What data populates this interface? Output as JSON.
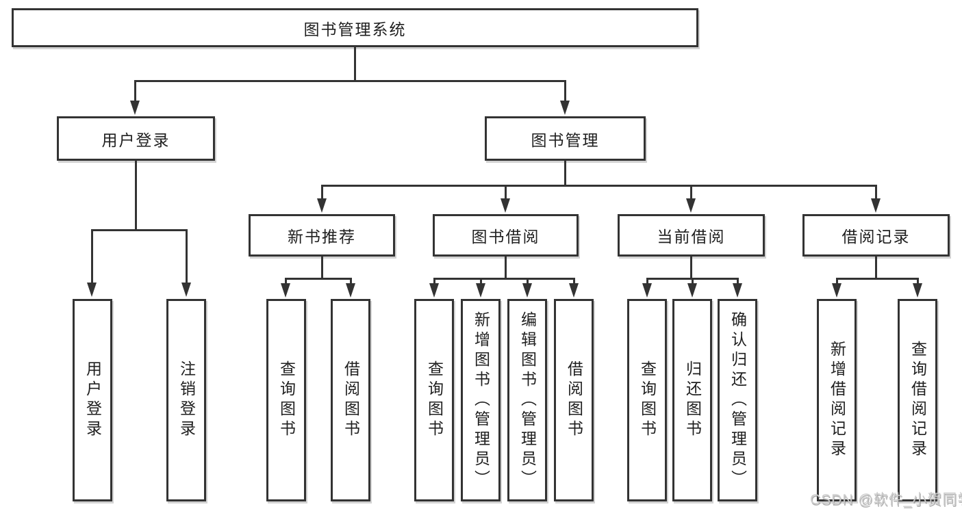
{
  "diagram": {
    "root": {
      "label": "图书管理系统"
    },
    "level2": [
      {
        "label": "用户登录"
      },
      {
        "label": "图书管理"
      }
    ],
    "level3": [
      {
        "label": "新书推荐"
      },
      {
        "label": "图书借阅"
      },
      {
        "label": "当前借阅"
      },
      {
        "label": "借阅记录"
      }
    ],
    "leaves": {
      "user_login": [
        "用户登录",
        "注销登录"
      ],
      "new_book": [
        "查询图书",
        "借阅图书"
      ],
      "book_borrow": [
        "查询图书",
        "新增图书（管理员）",
        "编辑图书（管理员）",
        "借阅图书"
      ],
      "current_borrow": [
        "查询图书",
        "归还图书",
        "确认归还（管理员）"
      ],
      "borrow_record": [
        "新增借阅记录",
        "查询借阅记录"
      ]
    },
    "watermark": "CSDN @软件_小贺同学",
    "colors": {
      "line": "#333333",
      "text": "#1f1f1f",
      "box_background": "#ffffff",
      "watermark": "#cccccc",
      "background": "#ffffff"
    }
  }
}
